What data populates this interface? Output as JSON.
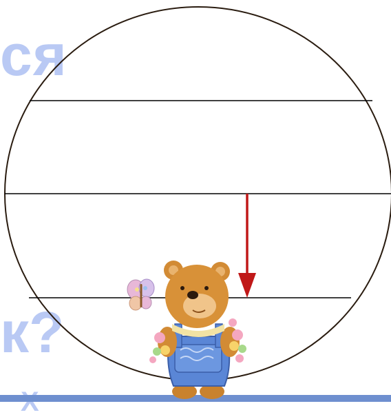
{
  "background_text": {
    "top_fragment": "ся",
    "middle_fragment": "к?",
    "bottom_fragment": "Х"
  },
  "colors": {
    "background_text": "#b9c9f4",
    "circle_stroke": "#2a1c10",
    "arrow": "#c01818",
    "bottom_bar": "#6e8fcf"
  },
  "illustration": {
    "character": "teddy-bear-with-flowers",
    "butterfly": "butterfly-icon"
  }
}
